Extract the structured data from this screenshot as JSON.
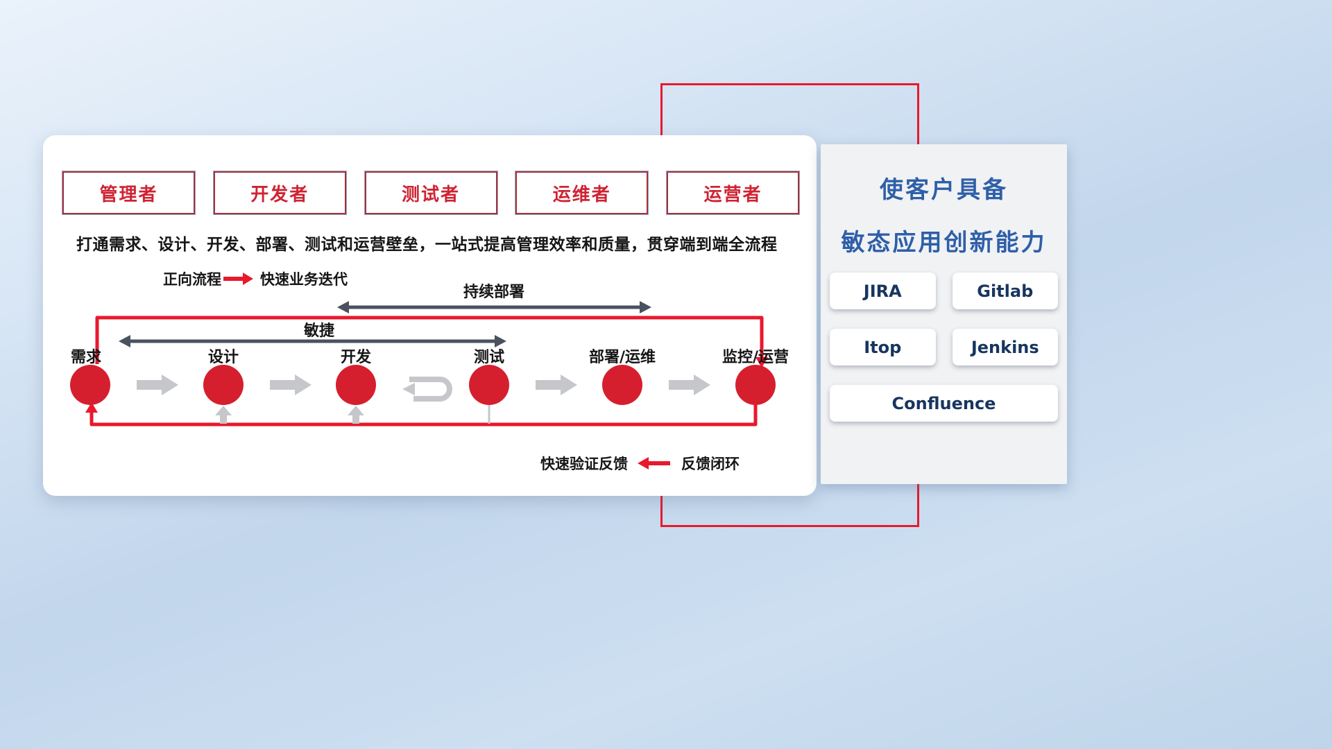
{
  "roles": [
    {
      "label": "管理者"
    },
    {
      "label": "开发者"
    },
    {
      "label": "测试者"
    },
    {
      "label": "运维者"
    },
    {
      "label": "运营者"
    }
  ],
  "description": "打通需求、设计、开发、部署、测试和运营壁垒，一站式提高管理效率和质量，贯穿端到端全流程",
  "legend": {
    "forward_label": "正向流程",
    "forward_desc": "快速业务迭代",
    "feedback_desc": "快速验证反馈",
    "feedback_label": "反馈闭环"
  },
  "flow": {
    "agile_label": "敏捷",
    "cd_label": "持续部署",
    "nodes": [
      {
        "label": "需求"
      },
      {
        "label": "设计"
      },
      {
        "label": "开发"
      },
      {
        "label": "测试"
      },
      {
        "label": "部署/运维"
      },
      {
        "label": "监控/运营"
      }
    ]
  },
  "panel": {
    "title_line1": "使客户具备",
    "title_line2": "敏态应用创新能力",
    "tools": [
      "JIRA",
      "Gitlab",
      "Itop",
      "Jenkins",
      "Confluence"
    ]
  },
  "colors": {
    "accent_red": "#e8192c",
    "node_red": "#d61f2e",
    "dark_arrow": "#49525e",
    "gray_arrow": "#c5c7ca",
    "title_blue": "#2e5fa8",
    "tool_text": "#17355e"
  }
}
